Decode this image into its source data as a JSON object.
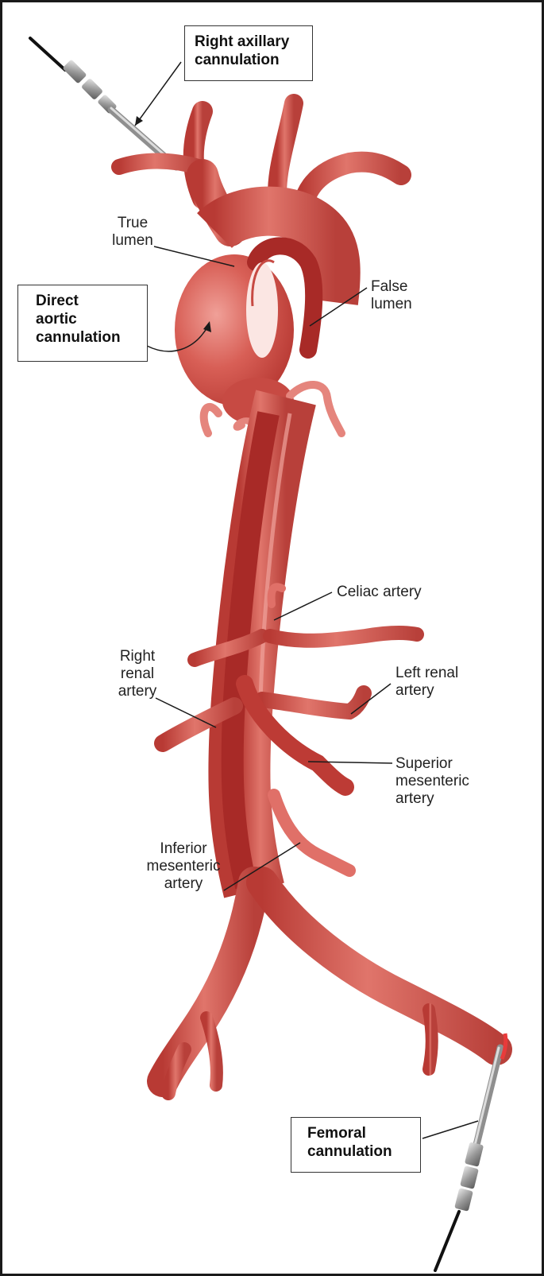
{
  "colors": {
    "artery": "#c7453e",
    "artery_light": "#df6f66",
    "artery_dark": "#9e1f1c",
    "false_lumen": "#a82a27",
    "cannula_metal": "#9a9a9a",
    "cable": "#111111"
  },
  "labels": {
    "right_axillary": "Right axillary\ncannulation",
    "true_lumen": "True\nlumen",
    "direct_aortic": "Direct\naortic\ncannulation",
    "false_lumen": "False\nlumen",
    "celiac": "Celiac artery",
    "right_renal": "Right\nrenal\nartery",
    "left_renal": "Left renal\nartery",
    "superior_mesenteric": "Superior\nmesenteric\nartery",
    "inferior_mesenteric": "Inferior\nmesenteric\nartery",
    "femoral": "Femoral\ncannulation"
  }
}
